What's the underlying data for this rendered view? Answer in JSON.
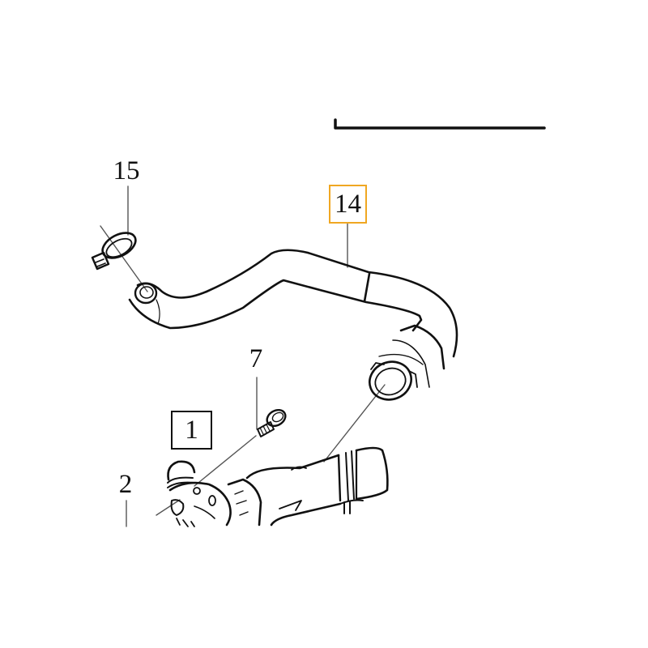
{
  "diagram": {
    "type": "exploded parts illustration",
    "highlight_color": "#f0a722",
    "line_color": "#111111",
    "callouts": [
      {
        "id": "15",
        "label": "15",
        "part": "hose clamp",
        "boxed": false,
        "highlighted": false
      },
      {
        "id": "14",
        "label": "14",
        "part": "coolant hose",
        "boxed": true,
        "highlighted": true
      },
      {
        "id": "7",
        "label": "7",
        "part": "screw",
        "boxed": false,
        "highlighted": false
      },
      {
        "id": "1",
        "label": "1",
        "part": "thermostat housing",
        "boxed": true,
        "highlighted": false
      },
      {
        "id": "2",
        "label": "2",
        "part": "gasket / seal",
        "boxed": false,
        "highlighted": false
      }
    ]
  }
}
